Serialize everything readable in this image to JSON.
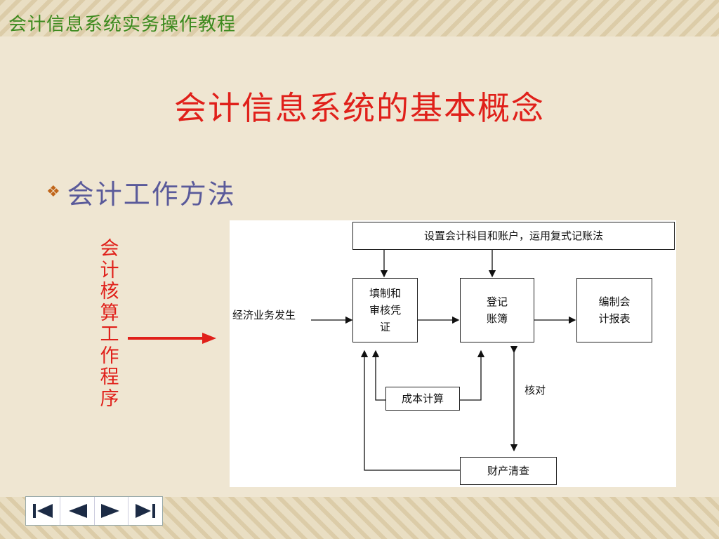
{
  "header": {
    "title": "会计信息系统实务操作教程"
  },
  "slide": {
    "title": "会计信息系统的基本概念"
  },
  "bullet": {
    "text": "会计工作方法"
  },
  "side_label": {
    "text": "会计核算工作程序"
  },
  "diagram": {
    "setup_box": "设置会计科目和账户，运用复式记账法",
    "voucher_box": "填制和\n审核凭\n证",
    "ledger_box": "登记\n账簿",
    "report_box": "编制会\n计报表",
    "cost_box": "成本计算",
    "inventory_box": "财产清查",
    "input_label": "经济业务发生",
    "check_label": "核对"
  },
  "nav": {
    "buttons": [
      "first-slide-icon",
      "previous-slide-icon",
      "next-slide-icon",
      "last-slide-icon"
    ]
  },
  "colors": {
    "title_red": "#e0201a",
    "header_green": "#3c8a1e",
    "bullet_text": "#5a5a9a",
    "nav_icon": "#1c2b45"
  }
}
